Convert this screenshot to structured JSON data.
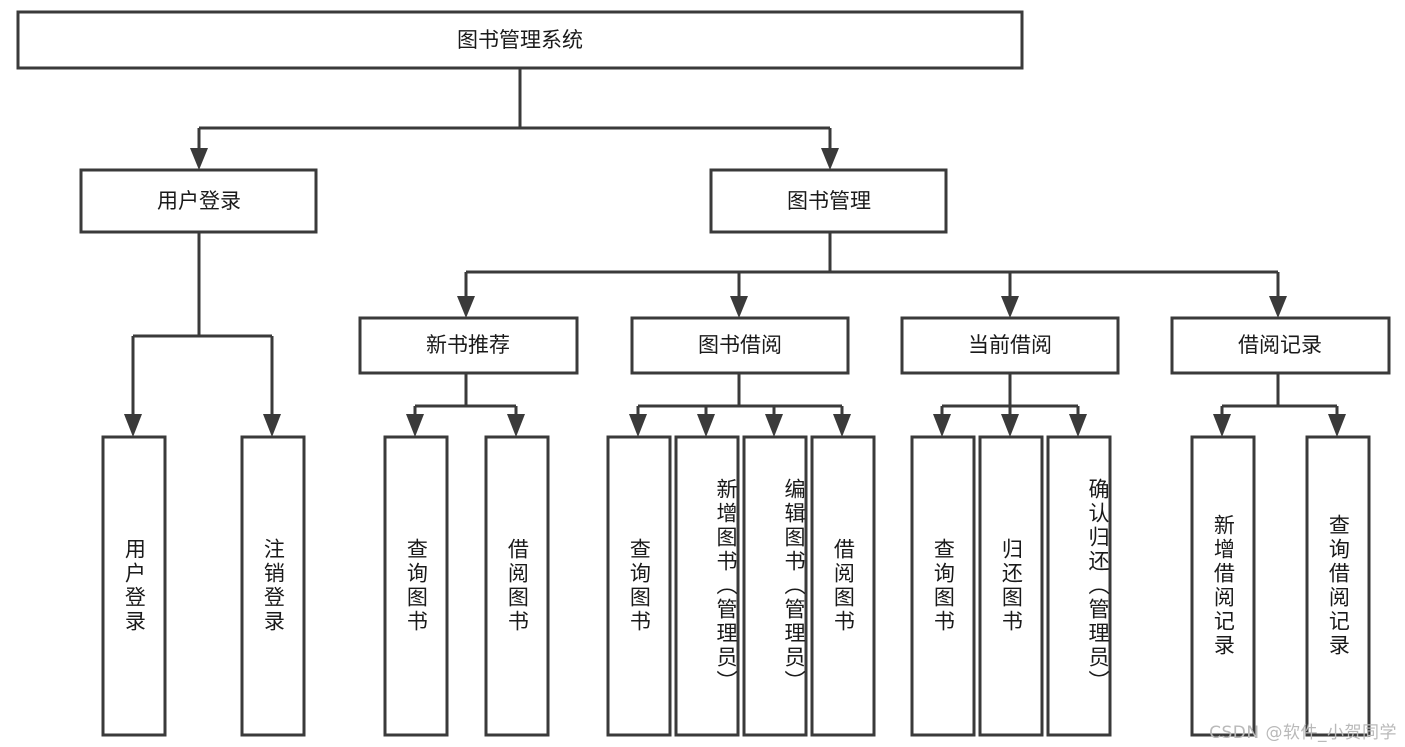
{
  "diagram": {
    "title": "图书管理系统",
    "type": "tree-hierarchy",
    "orientation": "top-down",
    "root": {
      "id": "root",
      "label": "图书管理系统",
      "text_direction": "horizontal"
    },
    "level2": [
      {
        "id": "user-login",
        "label": "用户登录",
        "text_direction": "horizontal"
      },
      {
        "id": "book-management",
        "label": "图书管理",
        "text_direction": "horizontal"
      }
    ],
    "level3": [
      {
        "id": "new-book-recommend",
        "label": "新书推荐",
        "parent": "book-management",
        "text_direction": "horizontal"
      },
      {
        "id": "book-borrow",
        "label": "图书借阅",
        "parent": "book-management",
        "text_direction": "horizontal"
      },
      {
        "id": "current-borrow",
        "label": "当前借阅",
        "parent": "book-management",
        "text_direction": "horizontal"
      },
      {
        "id": "borrow-record",
        "label": "借阅记录",
        "parent": "book-management",
        "text_direction": "horizontal"
      }
    ],
    "leaves": [
      {
        "id": "leaf-user-login",
        "label": "用户登录",
        "parent": "user-login",
        "text_direction": "vertical"
      },
      {
        "id": "leaf-user-logout",
        "label": "注销登录",
        "parent": "user-login",
        "text_direction": "vertical"
      },
      {
        "id": "leaf-query-book-1",
        "label": "查询图书",
        "parent": "new-book-recommend",
        "text_direction": "vertical"
      },
      {
        "id": "leaf-borrow-book-1",
        "label": "借阅图书",
        "parent": "new-book-recommend",
        "text_direction": "vertical"
      },
      {
        "id": "leaf-query-book-2",
        "label": "查询图书",
        "parent": "book-borrow",
        "text_direction": "vertical"
      },
      {
        "id": "leaf-add-book",
        "label": "新增图书（管理员）",
        "parent": "book-borrow",
        "text_direction": "vertical"
      },
      {
        "id": "leaf-edit-book",
        "label": "编辑图书（管理员）",
        "parent": "book-borrow",
        "text_direction": "vertical"
      },
      {
        "id": "leaf-borrow-book-2",
        "label": "借阅图书",
        "parent": "book-borrow",
        "text_direction": "vertical"
      },
      {
        "id": "leaf-query-book-3",
        "label": "查询图书",
        "parent": "current-borrow",
        "text_direction": "vertical"
      },
      {
        "id": "leaf-return-book",
        "label": "归还图书",
        "parent": "current-borrow",
        "text_direction": "vertical"
      },
      {
        "id": "leaf-confirm-return",
        "label": "确认归还（管理员）",
        "parent": "current-borrow",
        "text_direction": "vertical"
      },
      {
        "id": "leaf-add-record",
        "label": "新增借阅记录",
        "parent": "borrow-record",
        "text_direction": "vertical"
      },
      {
        "id": "leaf-query-record",
        "label": "查询借阅记录",
        "parent": "borrow-record",
        "text_direction": "vertical"
      }
    ]
  },
  "watermark": {
    "text": "CSDN @软件_小贺同学"
  },
  "colors": {
    "stroke": "#3a3a3a",
    "fill": "#ffffff",
    "text": "#1a1a1a",
    "watermark": "#b9b9b9",
    "background": "#ffffff"
  }
}
